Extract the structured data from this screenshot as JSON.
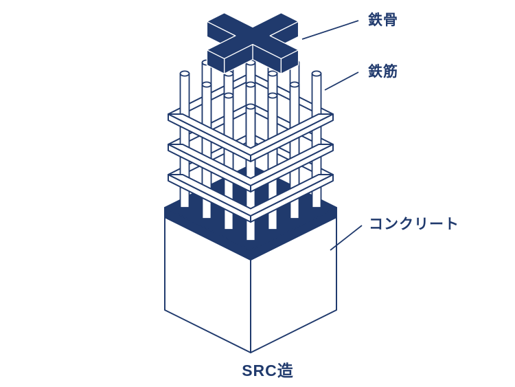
{
  "caption": "SRC造",
  "labels": {
    "steel_frame": "鉄骨",
    "rebar": "鉄筋",
    "concrete": "コンクリート"
  },
  "colors": {
    "navy": "#203a6d",
    "white": "#ffffff",
    "background": "#ffffff"
  }
}
